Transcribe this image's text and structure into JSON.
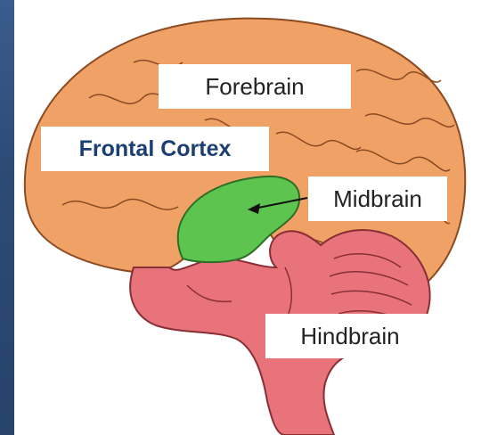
{
  "labels": {
    "forebrain": "Forebrain",
    "frontal_cortex": "Frontal Cortex",
    "midbrain": "Midbrain",
    "hindbrain": "Hindbrain"
  },
  "colors": {
    "background": "#2d4a75",
    "cortex": "#f0a165",
    "midbrain": "#5cc44f",
    "hindbrain": "#e8737b",
    "frontal_text": "#1b3f73"
  }
}
